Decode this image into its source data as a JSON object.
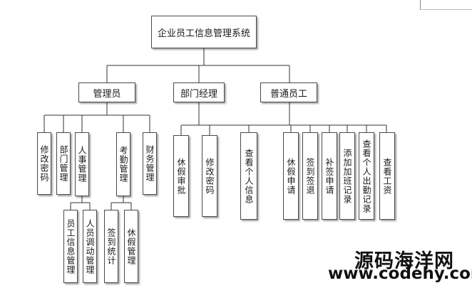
{
  "diagram": {
    "root": {
      "label": "企业员工信息管理系统"
    },
    "roles": [
      {
        "label": "管理员",
        "children": [
          {
            "label": "修改密码"
          },
          {
            "label": "部门管理"
          },
          {
            "label": "人事管理",
            "children": [
              {
                "label": "员工信息管理"
              },
              {
                "label": "人员调动管理"
              }
            ]
          },
          {
            "label": "考勤管理",
            "children": [
              {
                "label": "签到统计"
              },
              {
                "label": "休假管理"
              }
            ]
          },
          {
            "label": "财务管理"
          }
        ]
      },
      {
        "label": "部门经理",
        "children": [
          {
            "label": "休假审批"
          },
          {
            "label": "修改密码"
          }
        ]
      },
      {
        "label": "普通员工",
        "children": [
          {
            "label": "查看个人信息"
          },
          {
            "label": "休假申请"
          },
          {
            "label": "签到签退"
          },
          {
            "label": "补签申请"
          },
          {
            "label": "添加加班记录"
          },
          {
            "label": "查看个人出勤记录"
          },
          {
            "label": "查看工资"
          }
        ]
      }
    ]
  },
  "watermark": {
    "name": "源码海洋网",
    "url": "www.codehy.com"
  }
}
